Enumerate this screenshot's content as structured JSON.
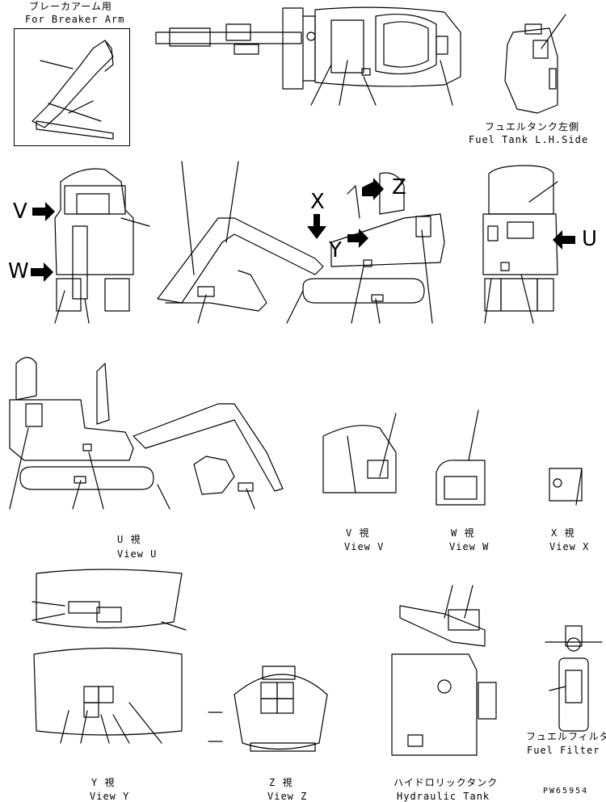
{
  "inset": {
    "jp": "ブレーカアーム用",
    "en": "For Breaker Arm"
  },
  "fuel_tank": {
    "jp": "フュエルタンク左側",
    "en": "Fuel Tank L.H.Side"
  },
  "arrow_letters": {
    "v": "V",
    "w": "W",
    "x": "X",
    "y": "Y",
    "z": "Z",
    "u": "U"
  },
  "views": {
    "u": {
      "jp": "U 視",
      "en": "View U"
    },
    "v": {
      "jp": "V 視",
      "en": "View V"
    },
    "w": {
      "jp": "W 視",
      "en": "View W"
    },
    "x": {
      "jp": "X 視",
      "en": "View X"
    },
    "y": {
      "jp": "Y 視",
      "en": "View Y"
    },
    "z": {
      "jp": "Z 視",
      "en": "View Z"
    }
  },
  "hydraulic_tank": {
    "jp": "ハイドロリックタンク",
    "en": "Hydraulic Tank"
  },
  "fuel_filter": {
    "jp": "フュエルフィルタ",
    "en": "Fuel Filter"
  },
  "drawing_number": "PW65954"
}
